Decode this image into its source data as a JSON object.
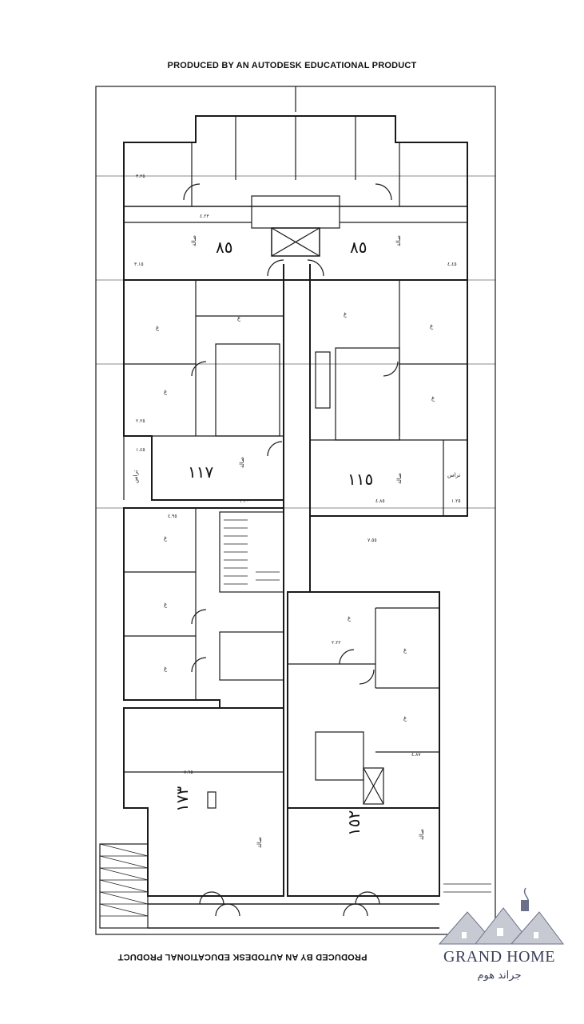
{
  "header": {
    "top_text": "PRODUCED BY AN AUTODESK EDUCATIONAL PRODUCT",
    "bottom_text": "PRODUCED BY AN AUTODESK EDUCATIONAL PRODUCT"
  },
  "units": {
    "top_left": "٨٥",
    "top_right": "٨٥",
    "mid_left": "١١٧",
    "mid_right": "١١٥",
    "bottom_left": "١٧٣",
    "bottom_right": "١٥٢"
  },
  "labels": {
    "room": "غ",
    "hall": "صالة",
    "terrace": "تراس",
    "hall2": "صالة"
  },
  "dims": [
    "٣.٢٥",
    "٤.٢٣",
    "٣.١٥",
    "٤.٤٥",
    "٢.٢٥",
    "٧.٥٥",
    "٤.٩٥",
    "٣.٢٠",
    "٧.٦٥",
    "١.٤٥",
    "٤.٨٥",
    "٤.٨٧",
    "٢.٢٢",
    "١.٢٥"
  ],
  "logo": {
    "name_en": "GRAND HOME",
    "name_ar": "جراند هوم"
  },
  "colors": {
    "line": "#1a1a1a",
    "logo": "#3a3f57"
  }
}
